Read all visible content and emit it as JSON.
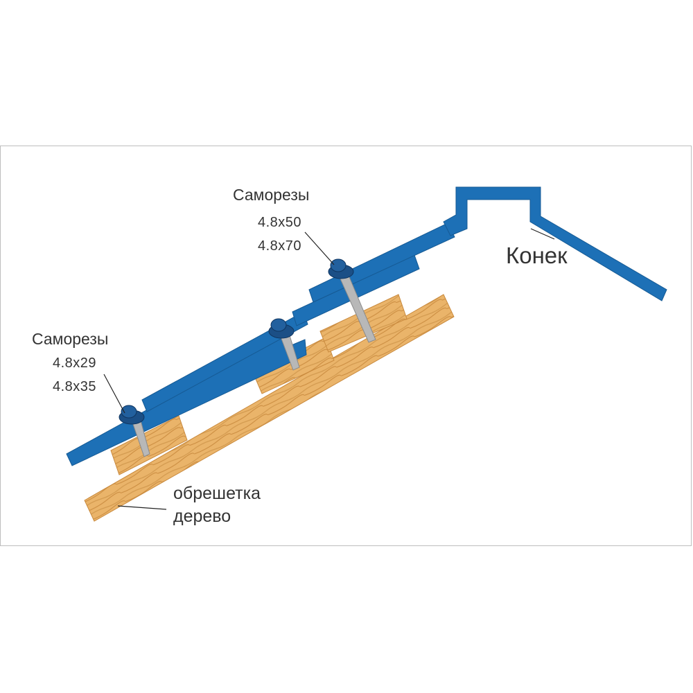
{
  "colors": {
    "metal": "#1d70b6",
    "metal_edge": "#165a94",
    "wood": "#eab46a",
    "wood_grain": "#c98a3e",
    "screw_head": "#1b4f86",
    "screw_body": "#b8b8b8",
    "leader": "#222222",
    "frame": "#bdbdbd"
  },
  "labels": {
    "screws_upper": {
      "title": "Саморезы",
      "size_1": "4.8x50",
      "size_2": "4.8x70"
    },
    "screws_lower": {
      "title": "Саморезы",
      "size_1": "4.8x29",
      "size_2": "4.8x35"
    },
    "ridge": "Конек",
    "batten": {
      "line_1": "обрешетка",
      "line_2": "дерево"
    }
  }
}
